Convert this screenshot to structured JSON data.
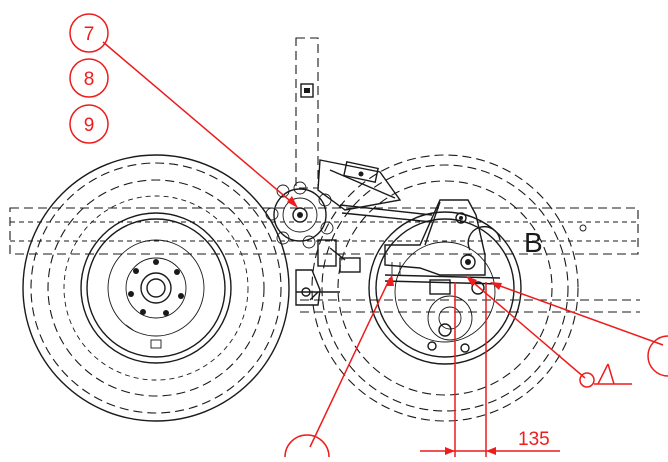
{
  "drawing": {
    "balloons": [
      {
        "label": "7"
      },
      {
        "label": "8"
      },
      {
        "label": "9"
      }
    ],
    "view_label": "B",
    "dimension": {
      "value": "135"
    },
    "colors": {
      "annotation": "#ee1c1c",
      "linework": "#1a1a1a",
      "background": "#ffffff"
    }
  }
}
